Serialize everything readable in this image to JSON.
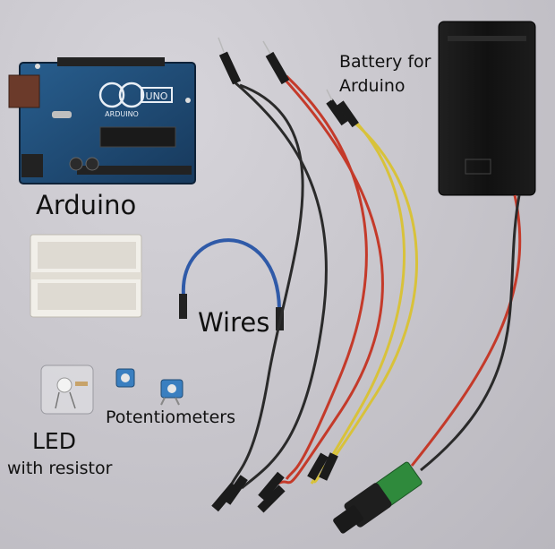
{
  "labels": {
    "battery_line1": "Battery for",
    "battery_line2": "Arduino",
    "arduino": "Arduino",
    "wires": "Wires",
    "potentiometers": "Potentiometers",
    "led": "LED",
    "with_resistor": "with resistor"
  },
  "board_text": {
    "uno": "UNO",
    "arduino": "ARDUINO"
  },
  "colors": {
    "background": "#c9c7cd",
    "board": "#1f4e7a",
    "battery_box": "#141414",
    "wire_red": "#c43a2a",
    "wire_black": "#2a2a2a",
    "wire_yellow": "#d8c23a",
    "wire_blue": "#2f5aa8",
    "breadboard": "#f1efe9",
    "trimmer": "#3a7fc0"
  }
}
